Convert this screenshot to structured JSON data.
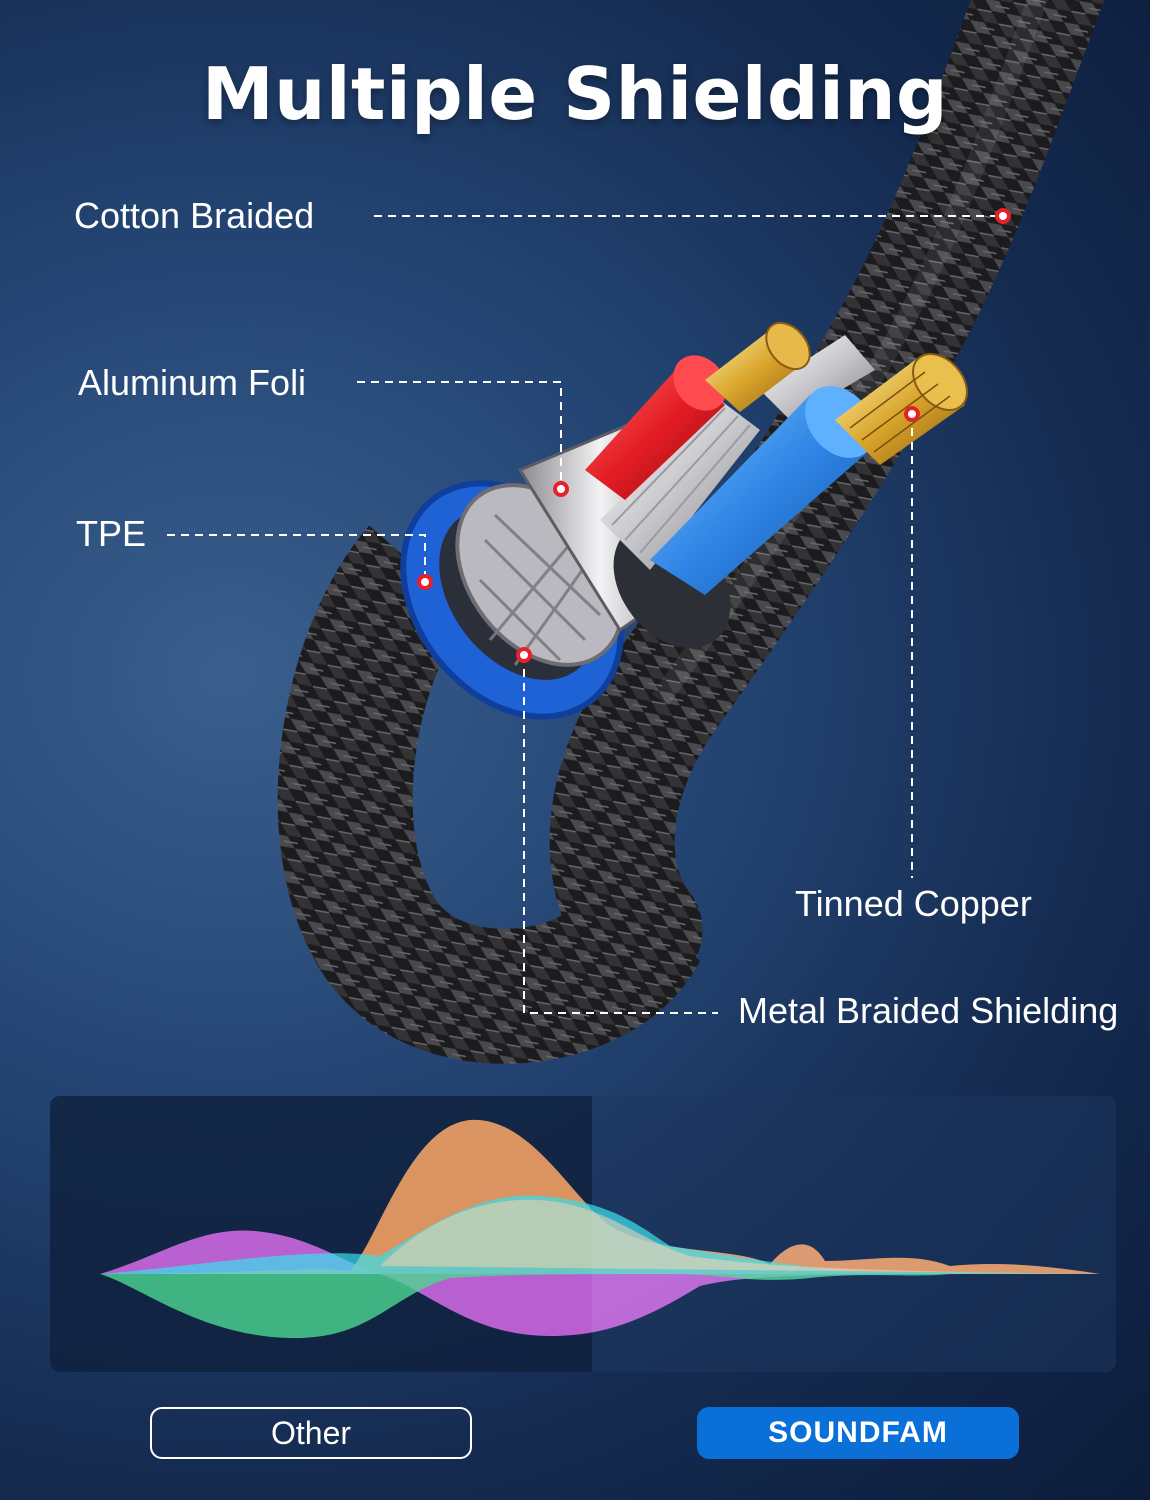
{
  "title": "Multiple Shielding",
  "callouts": {
    "cotton_braided": "Cotton Braided",
    "aluminum_foil": "Aluminum Foli",
    "tpe": "TPE",
    "tinned_copper": "Tinned Copper",
    "metal_braided": "Metal Braided Shielding"
  },
  "comparison": {
    "left_label": "Other",
    "right_label": "SOUNDFAM"
  },
  "colors": {
    "background": "#1d3a66",
    "brand_button": "#0b6fd8",
    "marker_red": "#e8202a",
    "wave_orange": "#f0902a",
    "wave_magenta": "#d452e0",
    "wave_cyan": "#28d8e6",
    "wave_green": "#3fcf6a"
  }
}
